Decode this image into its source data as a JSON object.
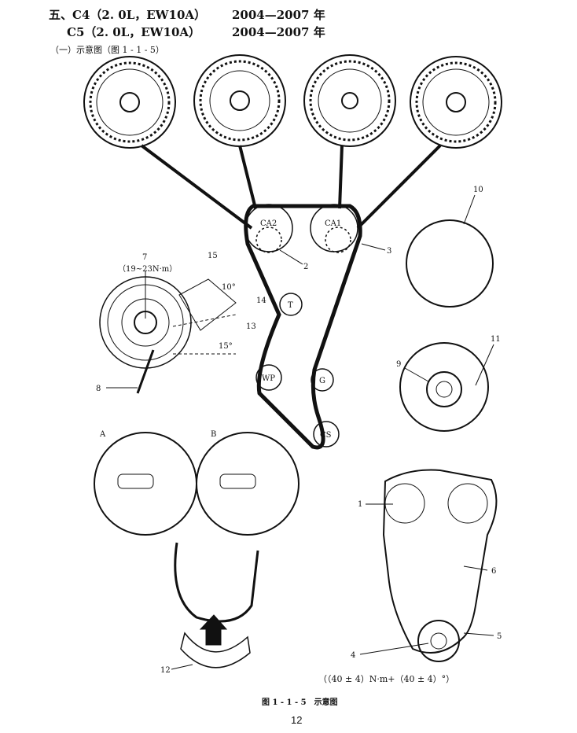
{
  "header": {
    "line1_model": "五、C4（2. 0L，EW10A）",
    "line1_years": "2004—2007 年",
    "line2_model": "C5（2. 0L，EW10A）",
    "line2_years": "2004—2007 年",
    "section": "（一）示意图（图 1 - 1 - 5）"
  },
  "pulleys": {
    "ca2": "CA2",
    "ca1": "CA1",
    "t": "T",
    "wp": "WP",
    "g": "G",
    "cs": "CS"
  },
  "callouts": {
    "n1": "1",
    "n2": "2",
    "n3": "3",
    "n4": "4",
    "n5": "5",
    "n6": "6",
    "n7": "7",
    "n8": "8",
    "n9": "9",
    "n10": "10",
    "n11": "11",
    "n12": "12",
    "n13": "13",
    "n14": "14",
    "n15": "15",
    "a": "A",
    "b": "B"
  },
  "tensioner": {
    "torque": "（19~23N·m）",
    "angle1": "10°",
    "angle2": "15°"
  },
  "torque_spec": "（（40 ± 4）N·m+（40 ± 4）°）",
  "caption": "图 1 - 1 - 5　示意图",
  "page_number": "12"
}
